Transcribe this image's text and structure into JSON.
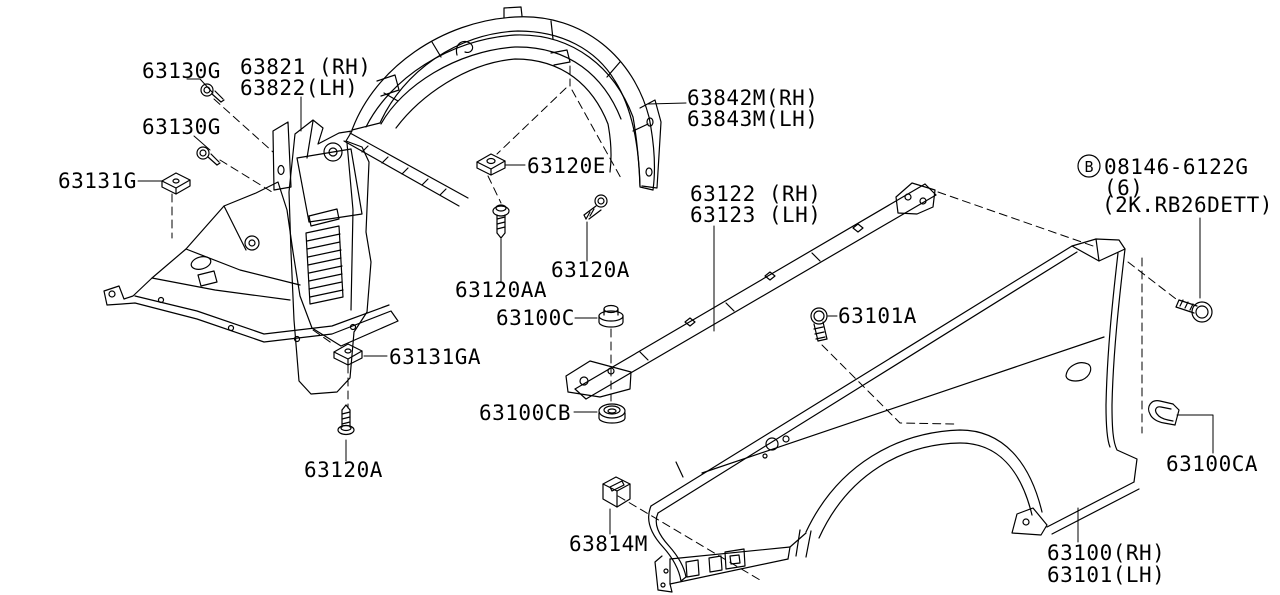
{
  "diagram": {
    "description": "Front fender and fitting parts exploded diagram",
    "colors": {
      "background": "#ffffff",
      "line": "#000000",
      "text": "#000000"
    },
    "labels": {
      "clip_63130g_upper": {
        "text": "63130G"
      },
      "protector_rh": {
        "text": "63821 (RH)"
      },
      "protector_lh": {
        "text": "63822(LH)"
      },
      "clip_63130g_lower": {
        "text": "63130G"
      },
      "clip_63131g": {
        "text": "63131G"
      },
      "nut_63120e": {
        "text": "63120E"
      },
      "liner_rh": {
        "text": "63842M(RH)"
      },
      "liner_lh": {
        "text": "63843M(LH)"
      },
      "molding_rh": {
        "text": "63122 (RH)"
      },
      "molding_lh": {
        "text": "63123 (LH)"
      },
      "screw_63120a_upper": {
        "text": "63120A"
      },
      "screw_63120aa": {
        "text": "63120AA"
      },
      "grommet_63100c": {
        "text": "63100C"
      },
      "clip_63131ga": {
        "text": "63131GA"
      },
      "grommet_63100cb": {
        "text": "63100CB"
      },
      "screw_63120a_lower": {
        "text": "63120A"
      },
      "clip_63814m": {
        "text": "63814M"
      },
      "bolt_63101a": {
        "text": "63101A"
      },
      "clip_63100ca": {
        "text": "63100CA"
      },
      "fender_rh": {
        "text": "63100(RH)"
      },
      "fender_lh": {
        "text": "63101(LH)"
      },
      "ref_symbol": {
        "text": "B"
      },
      "ref_number": {
        "text": "08146-6122G"
      },
      "ref_qty": {
        "text": "(6)"
      },
      "ref_note": {
        "text": "(2K.RB26DETT)"
      }
    }
  }
}
